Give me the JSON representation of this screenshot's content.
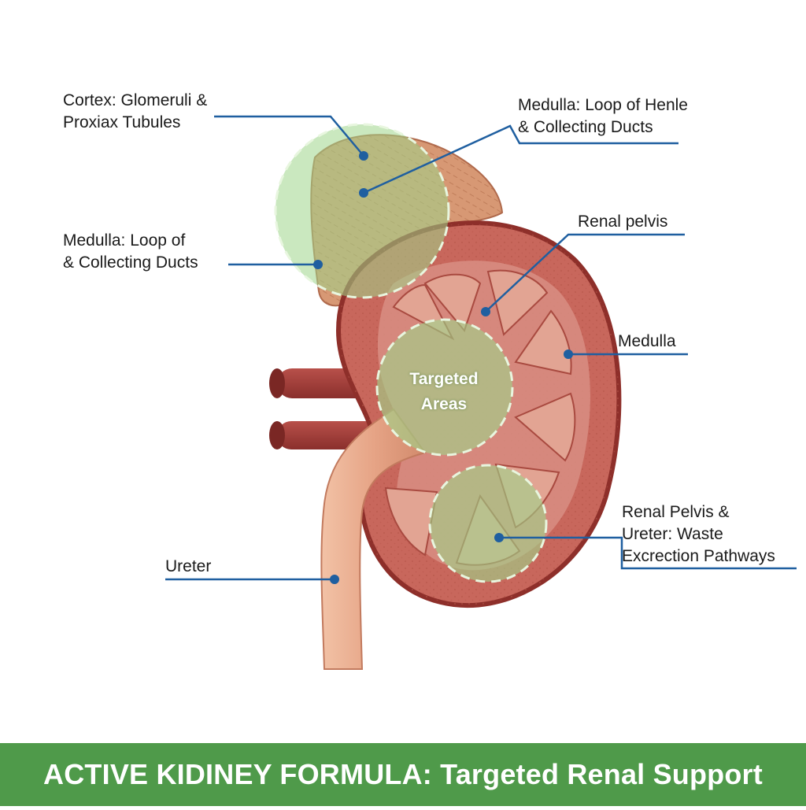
{
  "labels": {
    "cortex": {
      "line1": "Cortex: Glomeruli &",
      "line2": "Proxiax Tubules"
    },
    "medulla_top_right": {
      "line1": "Medulla: Loop of Henle",
      "line2": "& Collecting Ducts"
    },
    "medulla_left": {
      "line1": "Medulla: Loop of",
      "line2": "& Collecting Ducts"
    },
    "renal_pelvis": "Renal pelvis",
    "medulla": "Medulla",
    "renal_pelvis_ureter": {
      "line1": "Renal Pelvis &",
      "line2": "Ureter: Waste",
      "line3": "Excrection Pathways"
    },
    "ureter": "Ureter",
    "targeted": {
      "line1": "Targeted",
      "line2": "Areas"
    }
  },
  "banner": {
    "text": "ACTIVE KIDINEY FORMULA: Targeted Renal Support"
  },
  "colors": {
    "leader": "#1f5fa0",
    "highlight": "#9ed68a",
    "kidney": "#c96a5e",
    "kidney_outline": "#8e2f2a",
    "gland": "#d99a7a",
    "ureter": "#e7a98b",
    "banner": "#4f9a4a"
  }
}
